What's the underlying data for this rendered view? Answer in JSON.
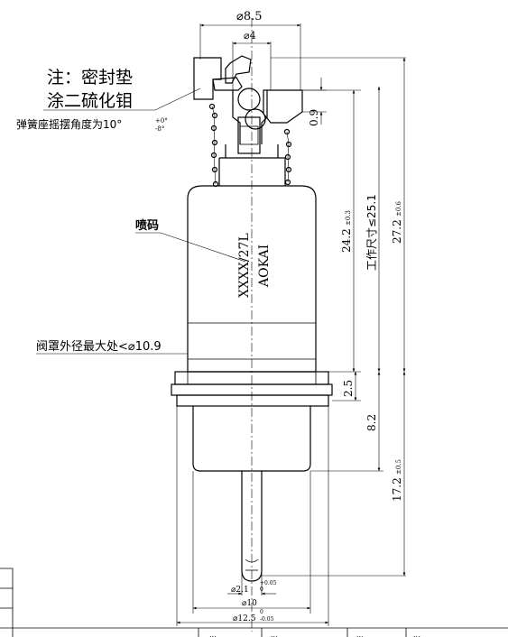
{
  "notes": {
    "seal_note_line1": "注：密封垫",
    "seal_note_line2": "涂二硫化钼",
    "spring_note": "弹簧座摇摆角度为10°",
    "spring_tol_plus": "+0°",
    "spring_tol_minus": "-8°",
    "spray_code": "喷码",
    "shell_note": "阀罩外径最大处<⌀10.9"
  },
  "marking": {
    "line1": "XXXX/27L",
    "line2": "AOKAI"
  },
  "dimensions": {
    "d85": "⌀8.5",
    "d4": "⌀4",
    "d09": "0.9",
    "h242": "24.2",
    "h242_tol": "±0.3",
    "work_size": "工作尺寸≤25.1",
    "h272": "27.2",
    "h272_tol": "±0.6",
    "h25": "2.5",
    "h82": "8.2",
    "h172": "17.2",
    "h172_tol": "±0.5",
    "d21": "⌀2.1",
    "d21_tol_plus": "+0.05",
    "d21_tol_minus": "0",
    "d10": "⌀10",
    "d125": "⌀12.5",
    "d125_tol_plus": "0",
    "d125_tol_minus": "-0.05"
  },
  "title_block": {
    "cell1": "...",
    "cell2": "...",
    "cell3": "...",
    "cell4": "..."
  }
}
